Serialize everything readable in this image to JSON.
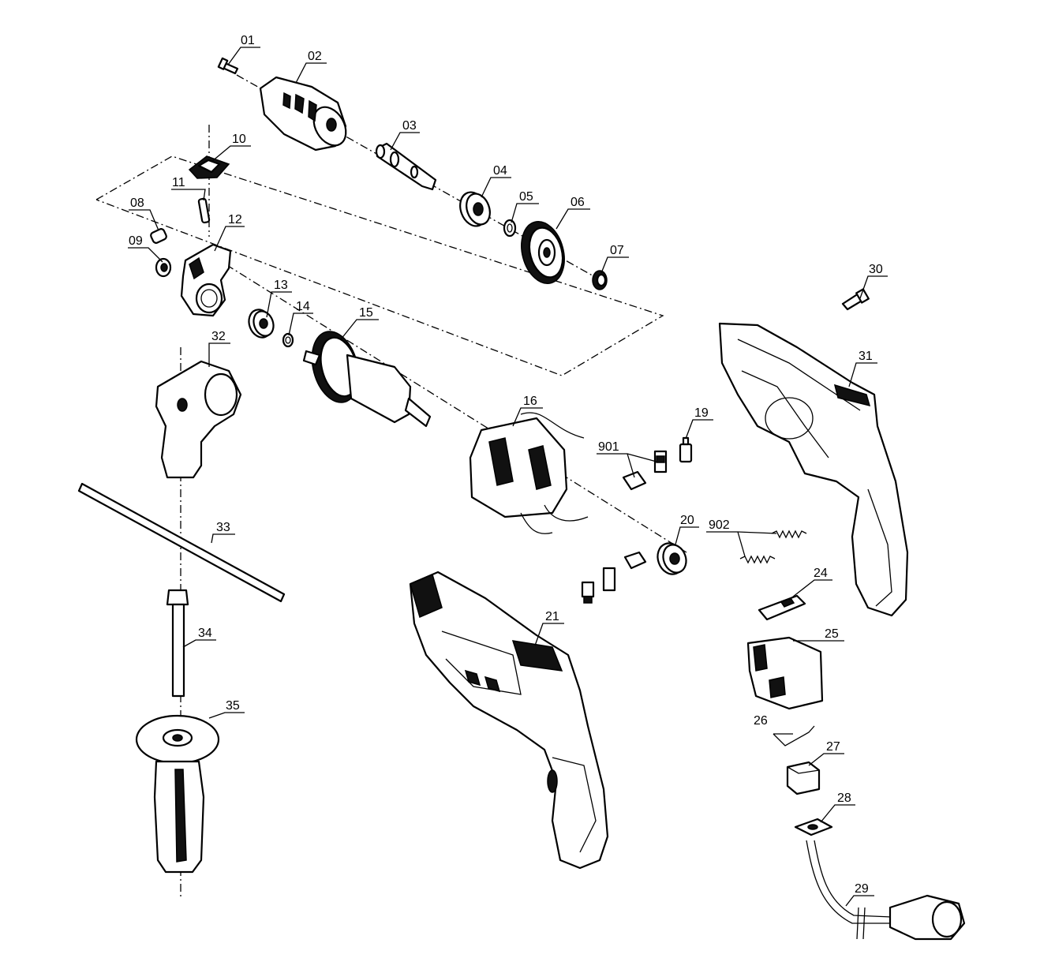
{
  "colors": {
    "line": "#000000",
    "background": "#ffffff"
  },
  "callouts": [
    {
      "id": "p01",
      "label": "01"
    },
    {
      "id": "p02",
      "label": "02"
    },
    {
      "id": "p03",
      "label": "03"
    },
    {
      "id": "p04",
      "label": "04"
    },
    {
      "id": "p05",
      "label": "05"
    },
    {
      "id": "p06",
      "label": "06"
    },
    {
      "id": "p07",
      "label": "07"
    },
    {
      "id": "p08",
      "label": "08"
    },
    {
      "id": "p09",
      "label": "09"
    },
    {
      "id": "p10",
      "label": "10"
    },
    {
      "id": "p11",
      "label": "11"
    },
    {
      "id": "p12",
      "label": "12"
    },
    {
      "id": "p13",
      "label": "13"
    },
    {
      "id": "p14",
      "label": "14"
    },
    {
      "id": "p15",
      "label": "15"
    },
    {
      "id": "p16",
      "label": "16"
    },
    {
      "id": "p19",
      "label": "19"
    },
    {
      "id": "p20",
      "label": "20"
    },
    {
      "id": "p21",
      "label": "21"
    },
    {
      "id": "p24",
      "label": "24"
    },
    {
      "id": "p25",
      "label": "25"
    },
    {
      "id": "p26",
      "label": "26"
    },
    {
      "id": "p27",
      "label": "27"
    },
    {
      "id": "p28",
      "label": "28"
    },
    {
      "id": "p29",
      "label": "29"
    },
    {
      "id": "p30",
      "label": "30"
    },
    {
      "id": "p31",
      "label": "31"
    },
    {
      "id": "p32",
      "label": "32"
    },
    {
      "id": "p33",
      "label": "33"
    },
    {
      "id": "p34",
      "label": "34"
    },
    {
      "id": "p35",
      "label": "35"
    },
    {
      "id": "p901",
      "label": "901"
    },
    {
      "id": "p902",
      "label": "902"
    }
  ]
}
